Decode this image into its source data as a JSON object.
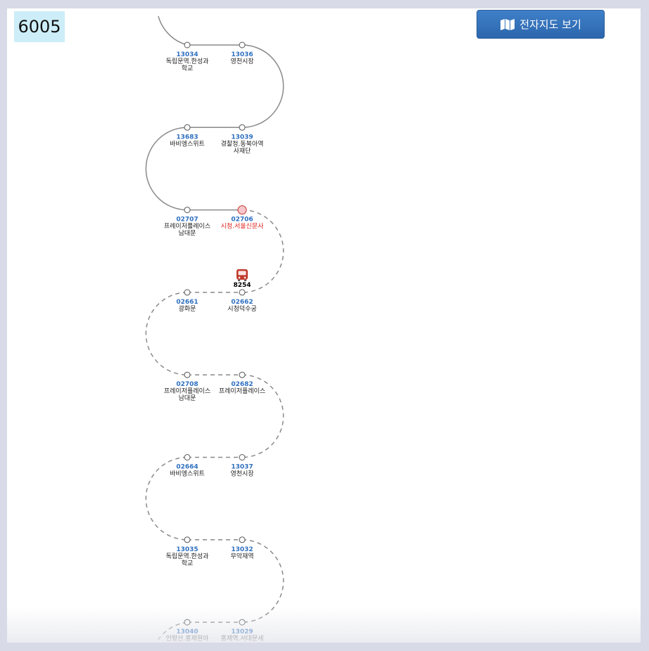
{
  "route": {
    "number": "6005"
  },
  "map_button": {
    "label": "전자지도 보기",
    "icon": "map-icon"
  },
  "colors": {
    "accent": "#2c66ad",
    "stop_code": "#2e6fc0",
    "current_stop": "#e0221c",
    "bus": "#c0392b"
  },
  "stops": [
    {
      "code": "13034",
      "name": [
        "독립문역.한성과",
        "학교"
      ],
      "passed": true
    },
    {
      "code": "13036",
      "name": [
        "영천시장"
      ],
      "passed": true
    },
    {
      "code": "13039",
      "name": [
        "경찰청.동북아역",
        "사재단"
      ],
      "passed": true
    },
    {
      "code": "13683",
      "name": [
        "바비엥스위트"
      ],
      "passed": true
    },
    {
      "code": "02707",
      "name": [
        "프레이저플레이스",
        "남대문"
      ],
      "passed": true
    },
    {
      "code": "02706",
      "name": [
        "시청.서울신문사"
      ],
      "passed": true,
      "current": true
    },
    {
      "code": "02662",
      "name": [
        "시청덕수궁"
      ],
      "passed": false
    },
    {
      "code": "02661",
      "name": [
        "광화문"
      ],
      "passed": false
    },
    {
      "code": "02708",
      "name": [
        "프레이저플레이스",
        "남대문"
      ],
      "passed": false
    },
    {
      "code": "02682",
      "name": [
        "프레이저플레이스"
      ],
      "passed": false
    },
    {
      "code": "13037",
      "name": [
        "영천시장"
      ],
      "passed": false
    },
    {
      "code": "02664",
      "name": [
        "바비엥스위트"
      ],
      "passed": false
    },
    {
      "code": "13035",
      "name": [
        "독립문역.한성과",
        "학교"
      ],
      "passed": false
    },
    {
      "code": "13032",
      "name": [
        "무악재역"
      ],
      "passed": false
    },
    {
      "code": "13029",
      "name": [
        "홍제역.서대문세"
      ],
      "passed": false
    },
    {
      "code": "13040",
      "name": [
        "인왕산.홍제원아"
      ],
      "passed": false
    }
  ],
  "bus": {
    "plate": "8254",
    "icon": "bus-icon",
    "near_stop": "02662"
  }
}
